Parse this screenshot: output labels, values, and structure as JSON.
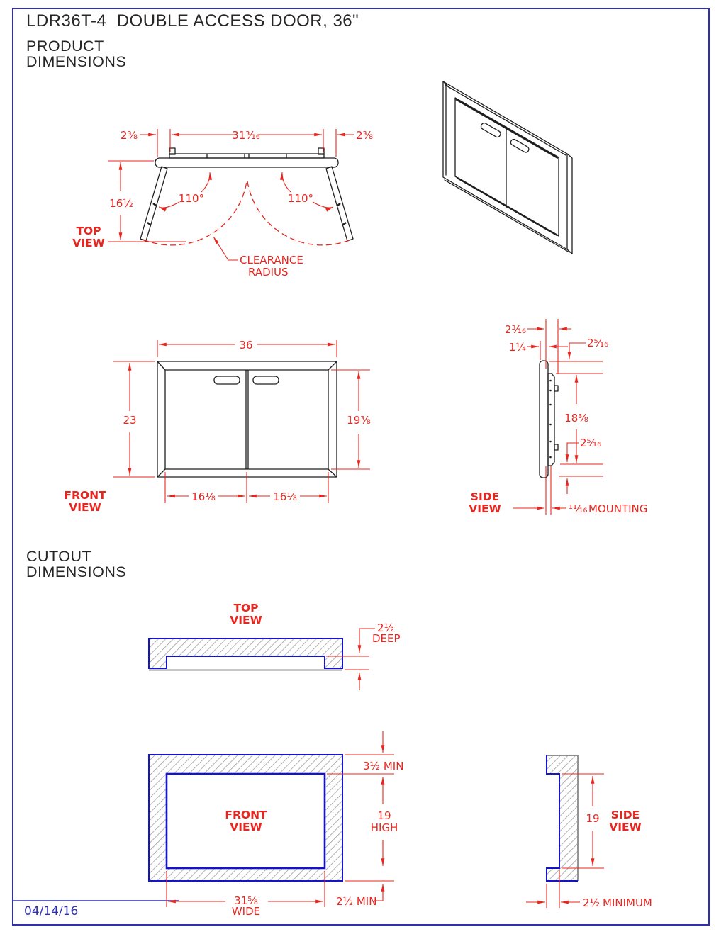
{
  "page": {
    "title": "LDR36T-4  DOUBLE ACCESS DOOR, 36\"",
    "heading1_line1": "PRODUCT",
    "heading1_line2": "DIMENSIONS",
    "heading2_line1": "CUTOUT",
    "heading2_line2": "DIMENSIONS",
    "date": "04/14/16"
  },
  "colors": {
    "dimension_red": "#e8251e",
    "border_blue": "#2f2fb3",
    "cutout_blue": "#1414c8",
    "hatch_gray": "#9a9a9a",
    "drawing_black": "#1f1f1f"
  },
  "product": {
    "top_view": {
      "label_line1": "TOP",
      "label_line2": "VIEW",
      "dim_left_frame": "2⅜",
      "dim_opening_width": "31³⁄₁₆",
      "dim_right_frame": "2⅜",
      "dim_open_depth": "16½",
      "swing_angle_left": "110°",
      "swing_angle_right": "110°",
      "clearance_line1": "CLEARANCE",
      "clearance_line2": "RADIUS"
    },
    "front_view": {
      "label_line1": "FRONT",
      "label_line2": "VIEW",
      "dim_overall_width": "36",
      "dim_overall_height": "23",
      "dim_door_height": "19⅜",
      "dim_left_door_width": "16⅛",
      "dim_right_door_width": "16⅛"
    },
    "side_view": {
      "label_line1": "SIDE",
      "label_line2": "VIEW",
      "dim_overall_depth": "2³⁄₁₆",
      "dim_frame_depth": "1¼",
      "dim_top_inset": "2⁵⁄₁₆",
      "dim_flange_height": "18⅜",
      "dim_bottom_inset": "2⁵⁄₁₆",
      "dim_mounting_depth": "¹¹⁄₁₆",
      "mounting_label": "MOUNTING"
    }
  },
  "cutout": {
    "top_view": {
      "label_line1": "TOP",
      "label_line2": "VIEW",
      "dim_depth": "2½",
      "depth_label": "DEEP"
    },
    "front_view": {
      "label_line1": "FRONT",
      "label_line2": "VIEW",
      "dim_top_clearance": "3½ MIN",
      "dim_height": "19",
      "height_label": "HIGH",
      "dim_width": "31⅝",
      "width_label": "WIDE",
      "dim_bottom_clearance": "2½ MIN"
    },
    "side_view": {
      "label_line1": "SIDE",
      "label_line2": "VIEW",
      "dim_height": "19",
      "dim_min_depth": "2½",
      "min_label": "MINIMUM"
    }
  }
}
